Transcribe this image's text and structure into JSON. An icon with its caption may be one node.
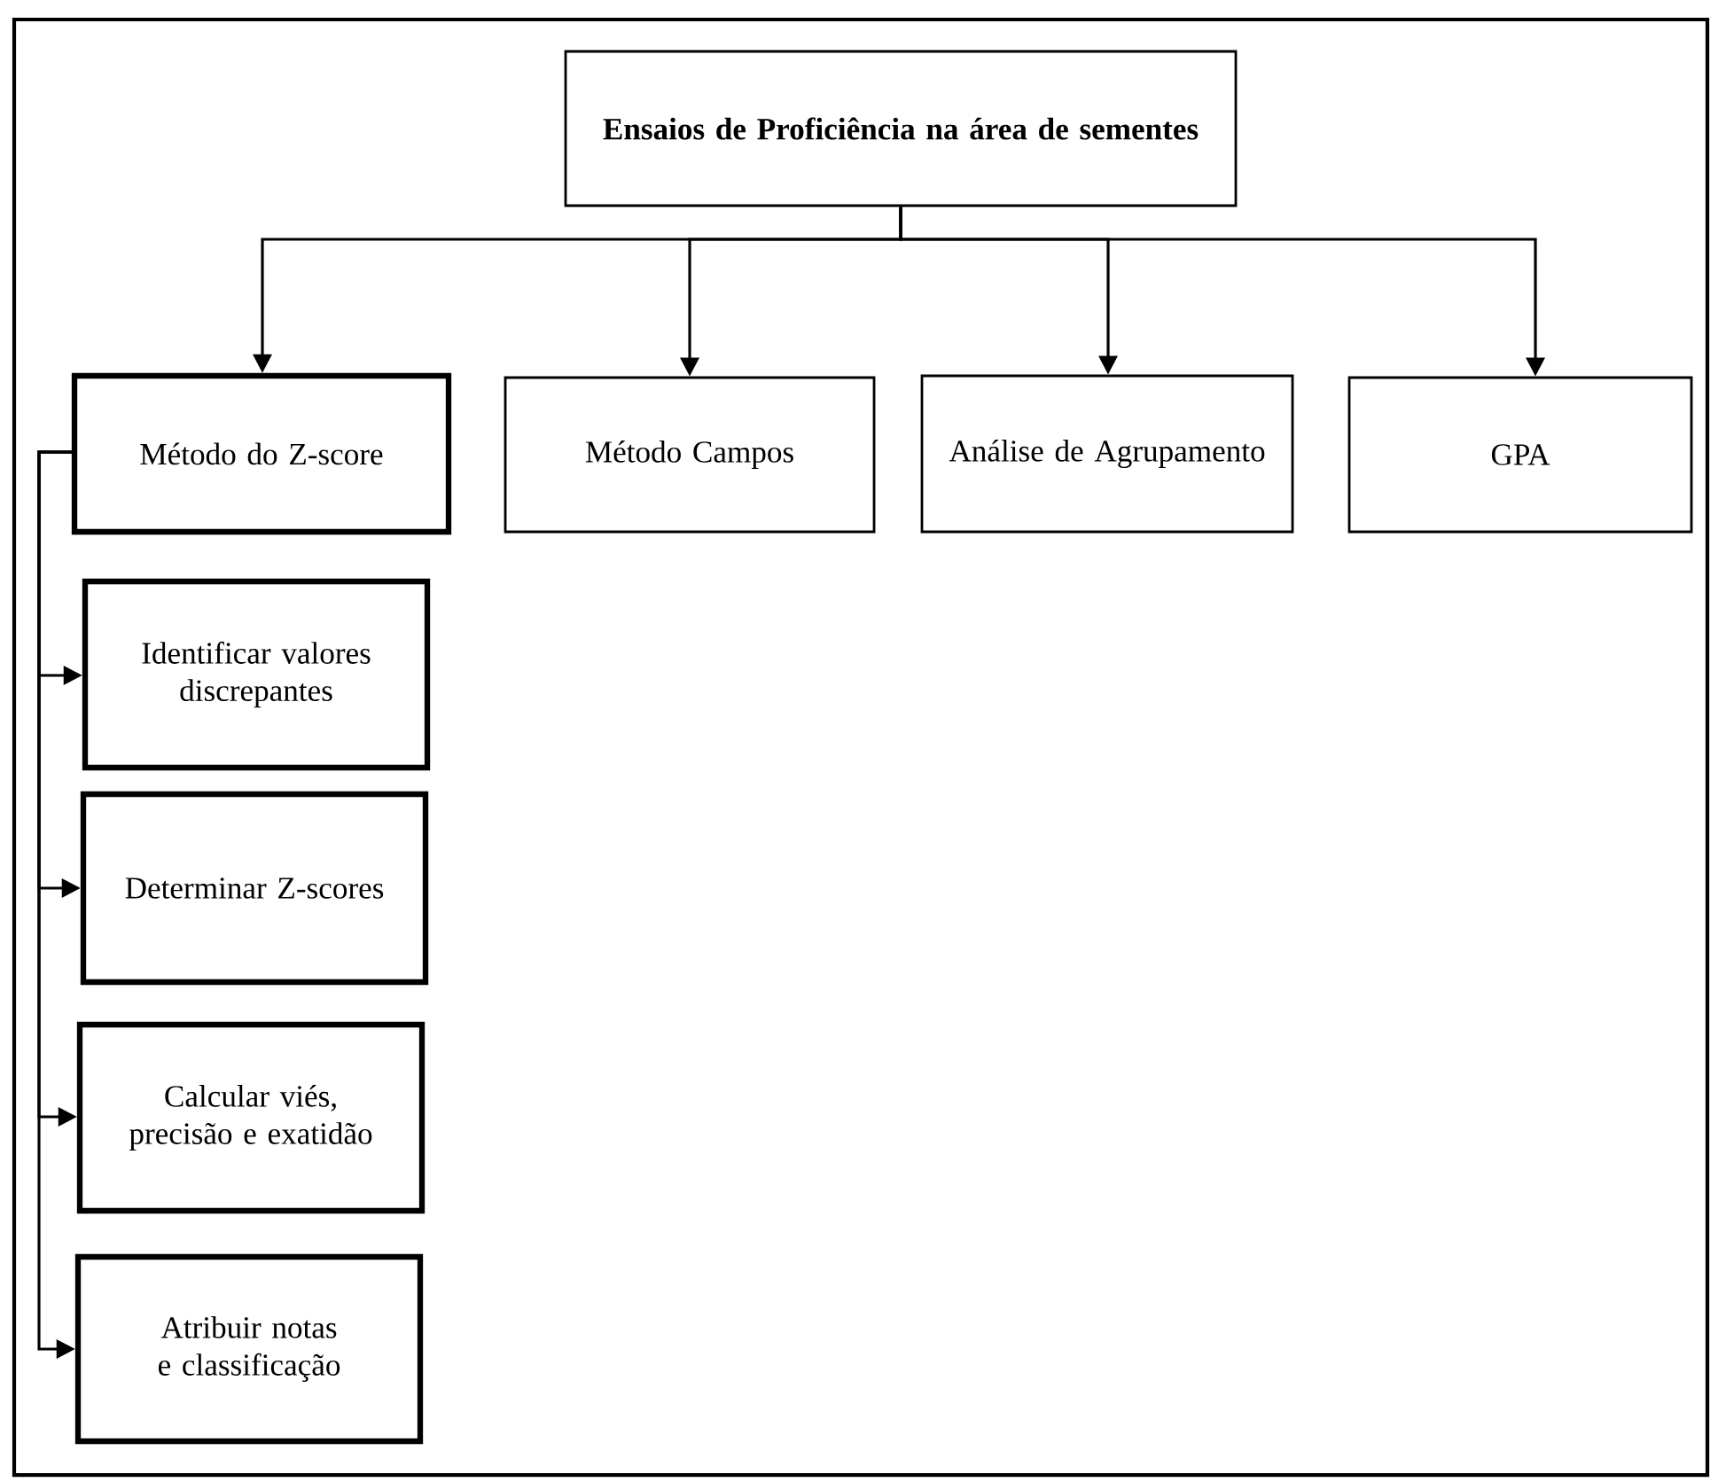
{
  "diagram": {
    "nodes": [
      {
        "text": [
          "Ensaios de Proficiência na área de sementes"
        ]
      },
      {
        "text": [
          "Método do Z-score"
        ]
      },
      {
        "text": [
          "Método Campos"
        ]
      },
      {
        "text": [
          "Análise de Agrupamento"
        ]
      },
      {
        "text": [
          "GPA"
        ]
      },
      {
        "text": [
          "Identificar valores discrepantes"
        ]
      },
      {
        "text": [
          "Determinar Z-scores"
        ]
      },
      {
        "text": [
          "Calcular viés, precisão e exatidão"
        ]
      },
      {
        "text": [
          "Atribuir notas e classificação"
        ]
      }
    ],
    "edges": [
      {
        "from": 0,
        "to": 1,
        "arrow": "to"
      },
      {
        "from": 0,
        "to": 2,
        "arrow": "to"
      },
      {
        "from": 0,
        "to": 3,
        "arrow": "to"
      },
      {
        "from": 0,
        "to": 4,
        "arrow": "to"
      },
      {
        "from": 1,
        "to": 5,
        "arrow": "to"
      },
      {
        "from": 1,
        "to": 6,
        "arrow": "to"
      },
      {
        "from": 1,
        "to": 7,
        "arrow": "to"
      },
      {
        "from": 1,
        "to": 8,
        "arrow": "to"
      }
    ]
  }
}
